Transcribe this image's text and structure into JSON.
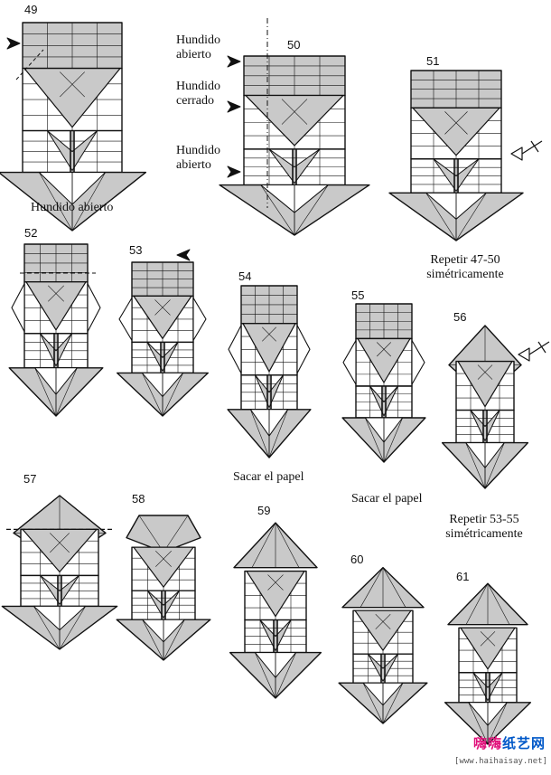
{
  "steps": [
    {
      "id": "49",
      "number": "49"
    },
    {
      "id": "50",
      "number": "50"
    },
    {
      "id": "51",
      "number": "51"
    },
    {
      "id": "52",
      "number": "52"
    },
    {
      "id": "53",
      "number": "53"
    },
    {
      "id": "54",
      "number": "54"
    },
    {
      "id": "55",
      "number": "55"
    },
    {
      "id": "56",
      "number": "56"
    },
    {
      "id": "57",
      "number": "57"
    },
    {
      "id": "58",
      "number": "58"
    },
    {
      "id": "59",
      "number": "59"
    },
    {
      "id": "60",
      "number": "60"
    },
    {
      "id": "61",
      "number": "61"
    }
  ],
  "captions": {
    "c49": "Hundido abierto",
    "c50_top_1": "Hundido",
    "c50_top_2": "abierto",
    "c50_mid_1": "Hundido",
    "c50_mid_2": "cerrado",
    "c50_bot_1": "Hundido",
    "c50_bot_2": "abierto",
    "c51_1": "Repetir 47-50",
    "c51_2": "simétricamente",
    "c54": "Sacar el papel",
    "c55": "Sacar el papel",
    "c56_1": "Repetir 53-55",
    "c56_2": "simétricamente"
  },
  "watermark": {
    "brand_a": "嗨嗨",
    "brand_b": "纸艺网",
    "url": "[www.haihaisay.net]"
  },
  "colors": {
    "fill": "#c9c9c9",
    "line": "#111111",
    "paper": "#ffffff"
  }
}
